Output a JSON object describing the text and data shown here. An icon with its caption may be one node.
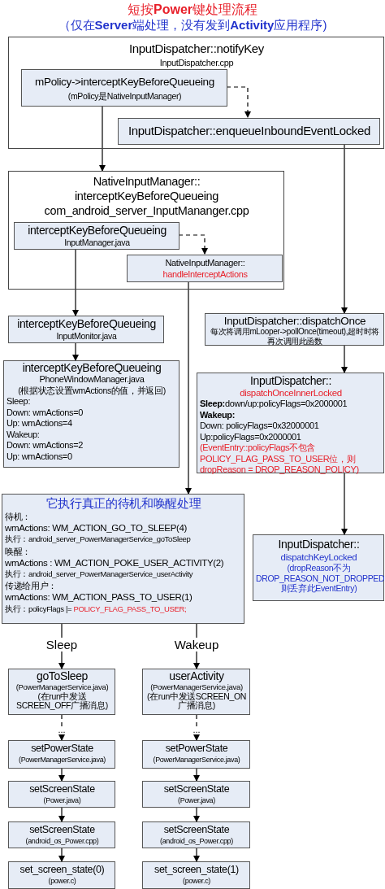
{
  "diagram": {
    "title": "短按**Power**键处理流程",
    "labels": [
      "（仅在**Server**端处理，没有发到**Activity**应用程序)"
    ],
    "nodes": [
      {
        "text": [
          "InputDispatcher::notifyKey",
          "InputDispatcher.cpp"
        ]
      },
      {
        "text": [
          "mPolicy->interceptKeyBeforeQueueing",
          "(mPolicy是NativeInputManager)"
        ],
        "in": 0
      },
      {
        "text": [
          "InputDispatcher::enqueueInboundEventLocked"
        ],
        "in": 0
      },
      {
        "text": [
          "NativeInputManager:: interceptKeyBeforeQueueing",
          "com_android_server_InputMananger.cpp"
        ]
      },
      {
        "text": [
          "interceptKeyBeforeQueueing",
          "InputManager.java"
        ],
        "in": 3
      },
      {
        "text": [
          "NativeInputManager::",
          "handleInterceptActions"
        ],
        "in": 3
      },
      {
        "text": [
          "interceptKeyBeforeQueueing",
          "InputMonitor.java"
        ]
      },
      {
        "text": [
          "InputDispatcher::dispatchOnce",
          "每次将调用mLooper->pollOnce(timeout),超时时将再次调用此函数"
        ]
      },
      {
        "text": [
          "interceptKeyBeforeQueueing",
          "PhoneWindowManager.java",
          "(根据状态设置wmActions的值，并返回)",
          "Sleep:",
          "Down: wmActions=0",
          "Up: wmActions=4",
          "Wakeup:",
          "Down: wmActions=2",
          "Up: wmActions=0"
        ]
      },
      {
        "text": [
          "InputDispatcher::",
          "dispatchOnceInnerLocked",
          "**Sleep:**down/up:policyFlags=0x2000001",
          "Wakeup:",
          "Down: policyFlags=0x32000001",
          "Up:policyFlags=0x2000001",
          "(EventEntry::policyFlags不包含POLICY_FLAG_PASS_TO_USER位，则dropReason = DROP_REASON_POLICY)"
        ]
      },
      {
        "text": [
          "它执行真正的待机和唤醒处理",
          "待机：",
          "wmActions: WM_ACTION_GO_TO_SLEEP(4)",
          "执行：android_server_PowerManagerService_goToSleep",
          "唤醒：",
          "wmActions : WM_ACTION_POKE_USER_ACTIVITY(2)",
          "执行：android_server_PowerManagerService_userActivity",
          "传递给用户：",
          "wmActions: WM_ACTION_PASS_TO_USER(1)",
          "执行：policyFlags |=",
          "POLICY_FLAG_PASS_TO_USER;"
        ]
      },
      {
        "text": [
          "InputDispatcher::",
          "dispatchKeyLocked",
          "(dropReason不为DROP_REASON_NOT_DROPPED则丢弃此EventEntry)"
        ]
      },
      {
        "text": [
          "goToSleep",
          "(PowerManagerService.java)",
          "(在run中发送SCREEN_OFF广播消息)"
        ]
      },
      {
        "text": [
          "userActivity",
          "(PowerManagerService.java)",
          "(在run中发送SCREEN_ON广播消息)"
        ]
      },
      {
        "text": [
          "setPowerState",
          "(PowerManagerService.java)"
        ]
      },
      {
        "text": [
          "setPowerState",
          "(PowerManagerService.java)"
        ]
      },
      {
        "text": [
          "setScreenState",
          "(Power.java)"
        ]
      },
      {
        "text": [
          "setScreenState",
          "(Power.java)"
        ]
      },
      {
        "text": [
          "setScreenState",
          "(android_os_Power.cpp)"
        ]
      },
      {
        "text": [
          "setScreenState",
          "(android_os_Power.cpp)"
        ]
      },
      {
        "text": [
          "set_screen_state(0)",
          "(power.c)"
        ]
      },
      {
        "text": [
          "set_screen_state(1)",
          "(power.c)"
        ]
      }
    ],
    "edges": [
      {
        "from": 1,
        "to": 2,
        "arrow": "to",
        "style": "dashed"
      },
      {
        "from": 1,
        "to": 3,
        "arrow": "to"
      },
      {
        "from": 2,
        "to": 7,
        "arrow": "to"
      },
      {
        "from": 4,
        "to": 5,
        "arrow": "to",
        "style": "dashed"
      },
      {
        "from": 4,
        "to": 6,
        "arrow": "to"
      },
      {
        "from": 5,
        "to": 10,
        "arrow": "to"
      },
      {
        "from": 6,
        "to": 8,
        "arrow": "to"
      },
      {
        "from": 7,
        "to": 9,
        "arrow": "to"
      },
      {
        "from": 9,
        "to": 11,
        "arrow": "to"
      },
      {
        "from": 10,
        "to": 12,
        "arrow": "to",
        "label": "Sleep"
      },
      {
        "from": 10,
        "to": 13,
        "arrow": "to",
        "label": "Wakeup"
      },
      {
        "from": 12,
        "to": 14,
        "arrow": "to",
        "style": "dashed",
        "label": "..."
      },
      {
        "from": 13,
        "to": 15,
        "arrow": "to",
        "style": "dashed",
        "label": "..."
      },
      {
        "from": 14,
        "to": 16,
        "arrow": "to"
      },
      {
        "from": 15,
        "to": 17,
        "arrow": "to"
      },
      {
        "from": 16,
        "to": 18,
        "arrow": "to"
      },
      {
        "from": 17,
        "to": 19,
        "arrow": "to"
      },
      {
        "from": 18,
        "to": 20,
        "arrow": "to"
      },
      {
        "from": 19,
        "to": 21,
        "arrow": "to"
      }
    ]
  }
}
